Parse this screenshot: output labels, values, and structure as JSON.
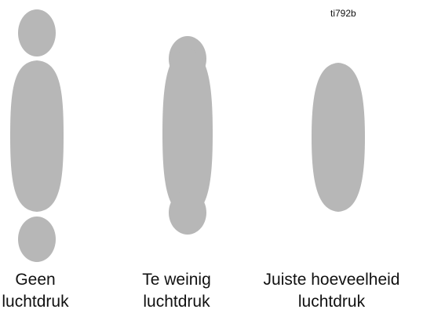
{
  "figure_id": "ti792b",
  "spray_color": "#b7b7b7",
  "panels": [
    {
      "line1": "Geen",
      "line2": "luchtdruk"
    },
    {
      "line1": "Te weinig",
      "line2": "luchtdruk"
    },
    {
      "line1": "Juiste hoeveelheid",
      "line2": "luchtdruk"
    }
  ]
}
